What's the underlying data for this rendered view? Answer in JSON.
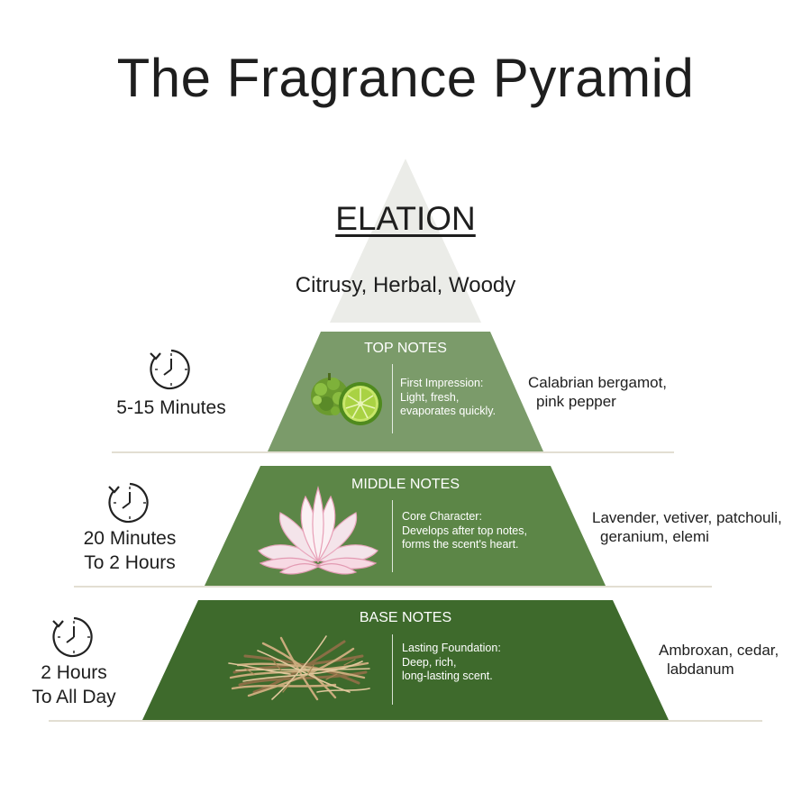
{
  "title": "The Fragrance Pyramid",
  "brand": "ELATION",
  "profile": "Citrusy, Herbal, Woody",
  "colors": {
    "apex": "#ebece8",
    "top": "#7b9b6a",
    "middle": "#5c8647",
    "base": "#3e6a2c",
    "divider": "#d8d4c4"
  },
  "tiers": [
    {
      "name": "TOP NOTES",
      "icon": "bergamot-lime-icon",
      "description": [
        "First Impression:",
        "Light, fresh,",
        "evaporates quickly."
      ],
      "ingredients": [
        "Calabrian bergamot,",
        "pink pepper"
      ],
      "duration": [
        "5-15 Minutes"
      ],
      "clock_icon": "clock-icon"
    },
    {
      "name": "MIDDLE NOTES",
      "icon": "lotus-flower-icon",
      "description": [
        "Core Character:",
        "Develops after top notes,",
        "forms the scent's heart."
      ],
      "ingredients": [
        "Lavender, vetiver, patchouli,",
        "geranium, elemi"
      ],
      "duration": [
        "20 Minutes",
        "To 2 Hours"
      ],
      "clock_icon": "clock-icon"
    },
    {
      "name": "BASE NOTES",
      "icon": "vetiver-roots-icon",
      "description": [
        "Lasting Foundation:",
        "Deep, rich,",
        "long-lasting scent."
      ],
      "ingredients": [
        "Ambroxan, cedar,",
        "labdanum"
      ],
      "duration": [
        "2 Hours",
        "To All Day"
      ],
      "clock_icon": "clock-icon"
    }
  ]
}
